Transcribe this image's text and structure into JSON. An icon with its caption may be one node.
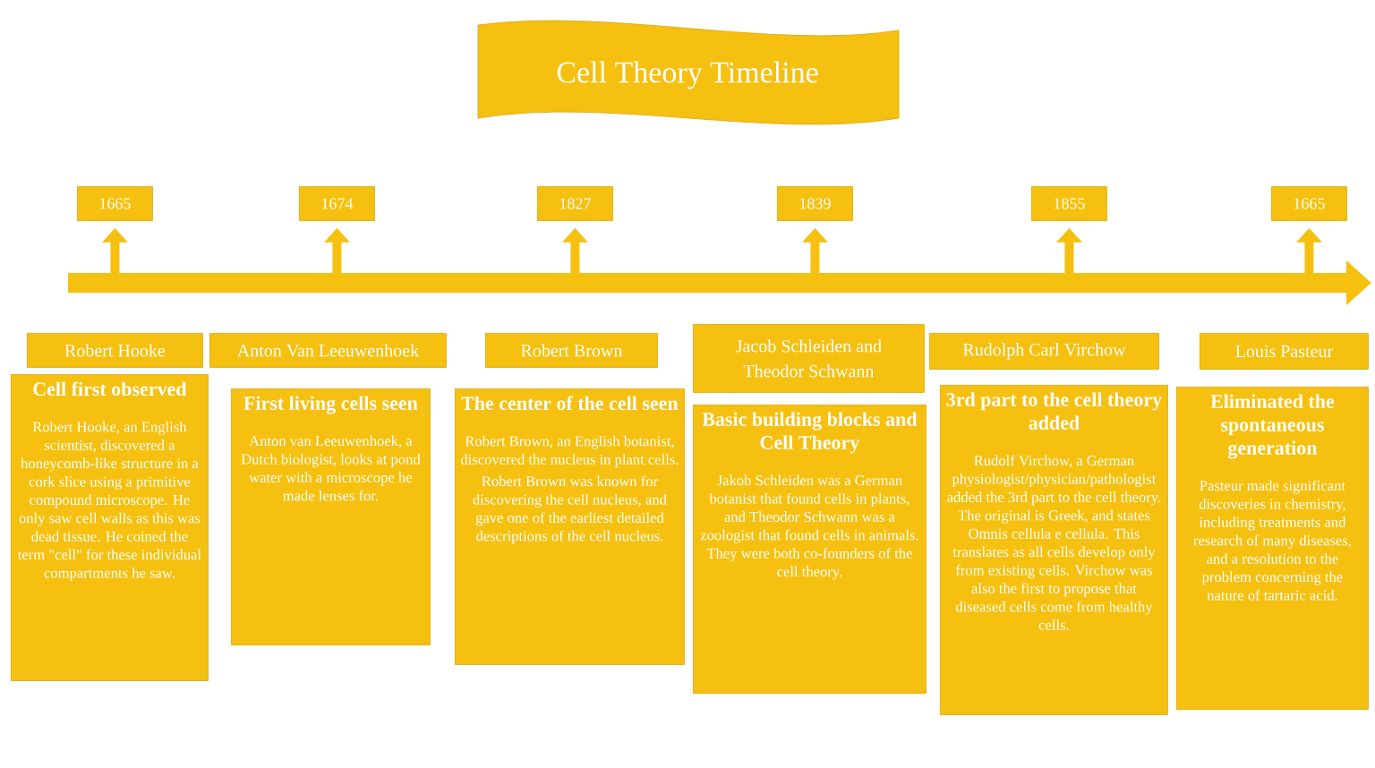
{
  "diagram": {
    "title": "Cell Theory Timeline",
    "nodes": [
      {
        "text": [
          "1665"
        ]
      },
      {
        "text": [
          "1674"
        ]
      },
      {
        "text": [
          "1827"
        ]
      },
      {
        "text": [
          "1839"
        ]
      },
      {
        "text": [
          "1855"
        ]
      },
      {
        "text": [
          "1665"
        ]
      },
      {
        "text": [
          "Robert Hooke"
        ]
      },
      {
        "text": [
          "Anton Van Leeuwenhoek"
        ]
      },
      {
        "text": [
          "Robert Brown"
        ]
      },
      {
        "text": [
          "Jacob Schleiden and Theodor Schwann"
        ]
      },
      {
        "text": [
          "Rudolph Carl Virchow"
        ]
      },
      {
        "text": [
          "Louis Pasteur"
        ]
      },
      {
        "text": [
          "Cell first observed",
          "Robert Hooke, an English scientist, discovered a honeycomb-like structure in a cork slice using a primitive compound microscope. He only saw cell walls as this was dead tissue. He coined the term \"cell\" for these individual compartments he saw."
        ]
      },
      {
        "text": [
          "First living cells seen",
          "Anton van Leeuwenhoek, a Dutch biologist, looks at pond water with a microscope he made lenses for."
        ]
      },
      {
        "text": [
          "The center of the cell seen",
          "Robert Brown, an English botanist, discovered the nucleus in plant cells.",
          "Robert Brown was known for discovering the cell nucleus, and gave one of the earliest detailed descriptions of the cell nucleus."
        ]
      },
      {
        "text": [
          "Basic building blocks and Cell Theory",
          "Jakob Schleiden was a German botanist that found cells in plants, and Theodor Schwann was a zoologist that found cells in animals. They were both co-founders of the cell theory."
        ]
      },
      {
        "text": [
          "3rd part to the cell theory added",
          "Rudolf Virchow, a German physiologist/physician/pathologist added the 3rd part to the cell theory. The original is Greek, and states Omnis cellula e cellula. This translates as all cells develop only from existing cells. Virchow was also the first to propose that diseased cells come from healthy cells."
        ]
      },
      {
        "text": [
          "Eliminated the spontaneous generation",
          "Pasteur made significant discoveries in chemistry, including treatments and research of many diseases, and a resolution to the problem concerning the nature of tartaric acid."
        ]
      }
    ],
    "edges": [
      {
        "from": null,
        "to": 0,
        "arrow": "to"
      },
      {
        "from": null,
        "to": 1,
        "arrow": "to"
      },
      {
        "from": null,
        "to": 2,
        "arrow": "to"
      },
      {
        "from": null,
        "to": 3,
        "arrow": "to"
      },
      {
        "from": null,
        "to": 4,
        "arrow": "to"
      },
      {
        "from": null,
        "to": 5,
        "arrow": "to"
      }
    ]
  }
}
